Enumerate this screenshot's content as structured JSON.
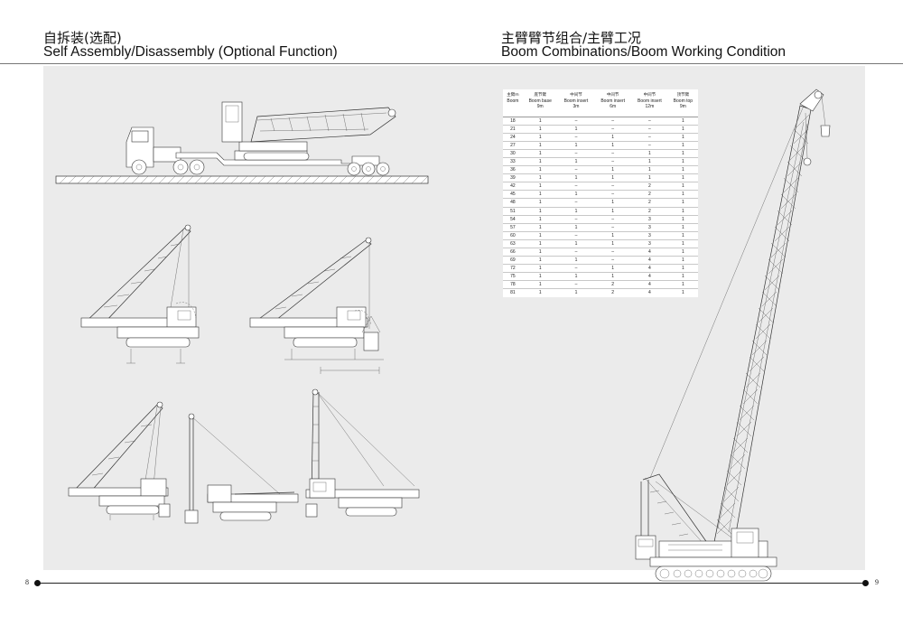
{
  "left_page": {
    "title_cn": "自拆装(选配)",
    "title_en": "Self Assembly/Disassembly (Optional Function)",
    "page_number": "8"
  },
  "right_page": {
    "title_cn": "主臂臂节组合/主臂工况",
    "title_en": "Boom Combinations/Boom Working Condition",
    "page_number": "9"
  },
  "boom_table": {
    "headers": [
      {
        "cn": "主臂m",
        "en": "Boom",
        "unit": ""
      },
      {
        "cn": "底节臂",
        "en": "Boom base",
        "unit": "9m"
      },
      {
        "cn": "中间节",
        "en": "Boom insert",
        "unit": "3m"
      },
      {
        "cn": "中间节",
        "en": "Boom insert",
        "unit": "6m"
      },
      {
        "cn": "中间节",
        "en": "Boom insert",
        "unit": "12m"
      },
      {
        "cn": "顶节臂",
        "en": "Boom top",
        "unit": "9m"
      }
    ],
    "rows": [
      [
        "18",
        "1",
        "–",
        "–",
        "–",
        "1"
      ],
      [
        "21",
        "1",
        "1",
        "–",
        "–",
        "1"
      ],
      [
        "24",
        "1",
        "–",
        "1",
        "–",
        "1"
      ],
      [
        "27",
        "1",
        "1",
        "1",
        "–",
        "1"
      ],
      [
        "30",
        "1",
        "–",
        "–",
        "1",
        "1"
      ],
      [
        "33",
        "1",
        "1",
        "–",
        "1",
        "1"
      ],
      [
        "36",
        "1",
        "–",
        "1",
        "1",
        "1"
      ],
      [
        "39",
        "1",
        "1",
        "1",
        "1",
        "1"
      ],
      [
        "42",
        "1",
        "–",
        "–",
        "2",
        "1"
      ],
      [
        "45",
        "1",
        "1",
        "–",
        "2",
        "1"
      ],
      [
        "48",
        "1",
        "–",
        "1",
        "2",
        "1"
      ],
      [
        "51",
        "1",
        "1",
        "1",
        "2",
        "1"
      ],
      [
        "54",
        "1",
        "–",
        "–",
        "3",
        "1"
      ],
      [
        "57",
        "1",
        "1",
        "–",
        "3",
        "1"
      ],
      [
        "60",
        "1",
        "–",
        "1",
        "3",
        "1"
      ],
      [
        "63",
        "1",
        "1",
        "1",
        "3",
        "1"
      ],
      [
        "66",
        "1",
        "–",
        "–",
        "4",
        "1"
      ],
      [
        "69",
        "1",
        "1",
        "–",
        "4",
        "1"
      ],
      [
        "72",
        "1",
        "–",
        "1",
        "4",
        "1"
      ],
      [
        "75",
        "1",
        "1",
        "1",
        "4",
        "1"
      ],
      [
        "78",
        "1",
        "–",
        "2",
        "4",
        "1"
      ],
      [
        "81",
        "1",
        "1",
        "2",
        "4",
        "1"
      ]
    ]
  }
}
